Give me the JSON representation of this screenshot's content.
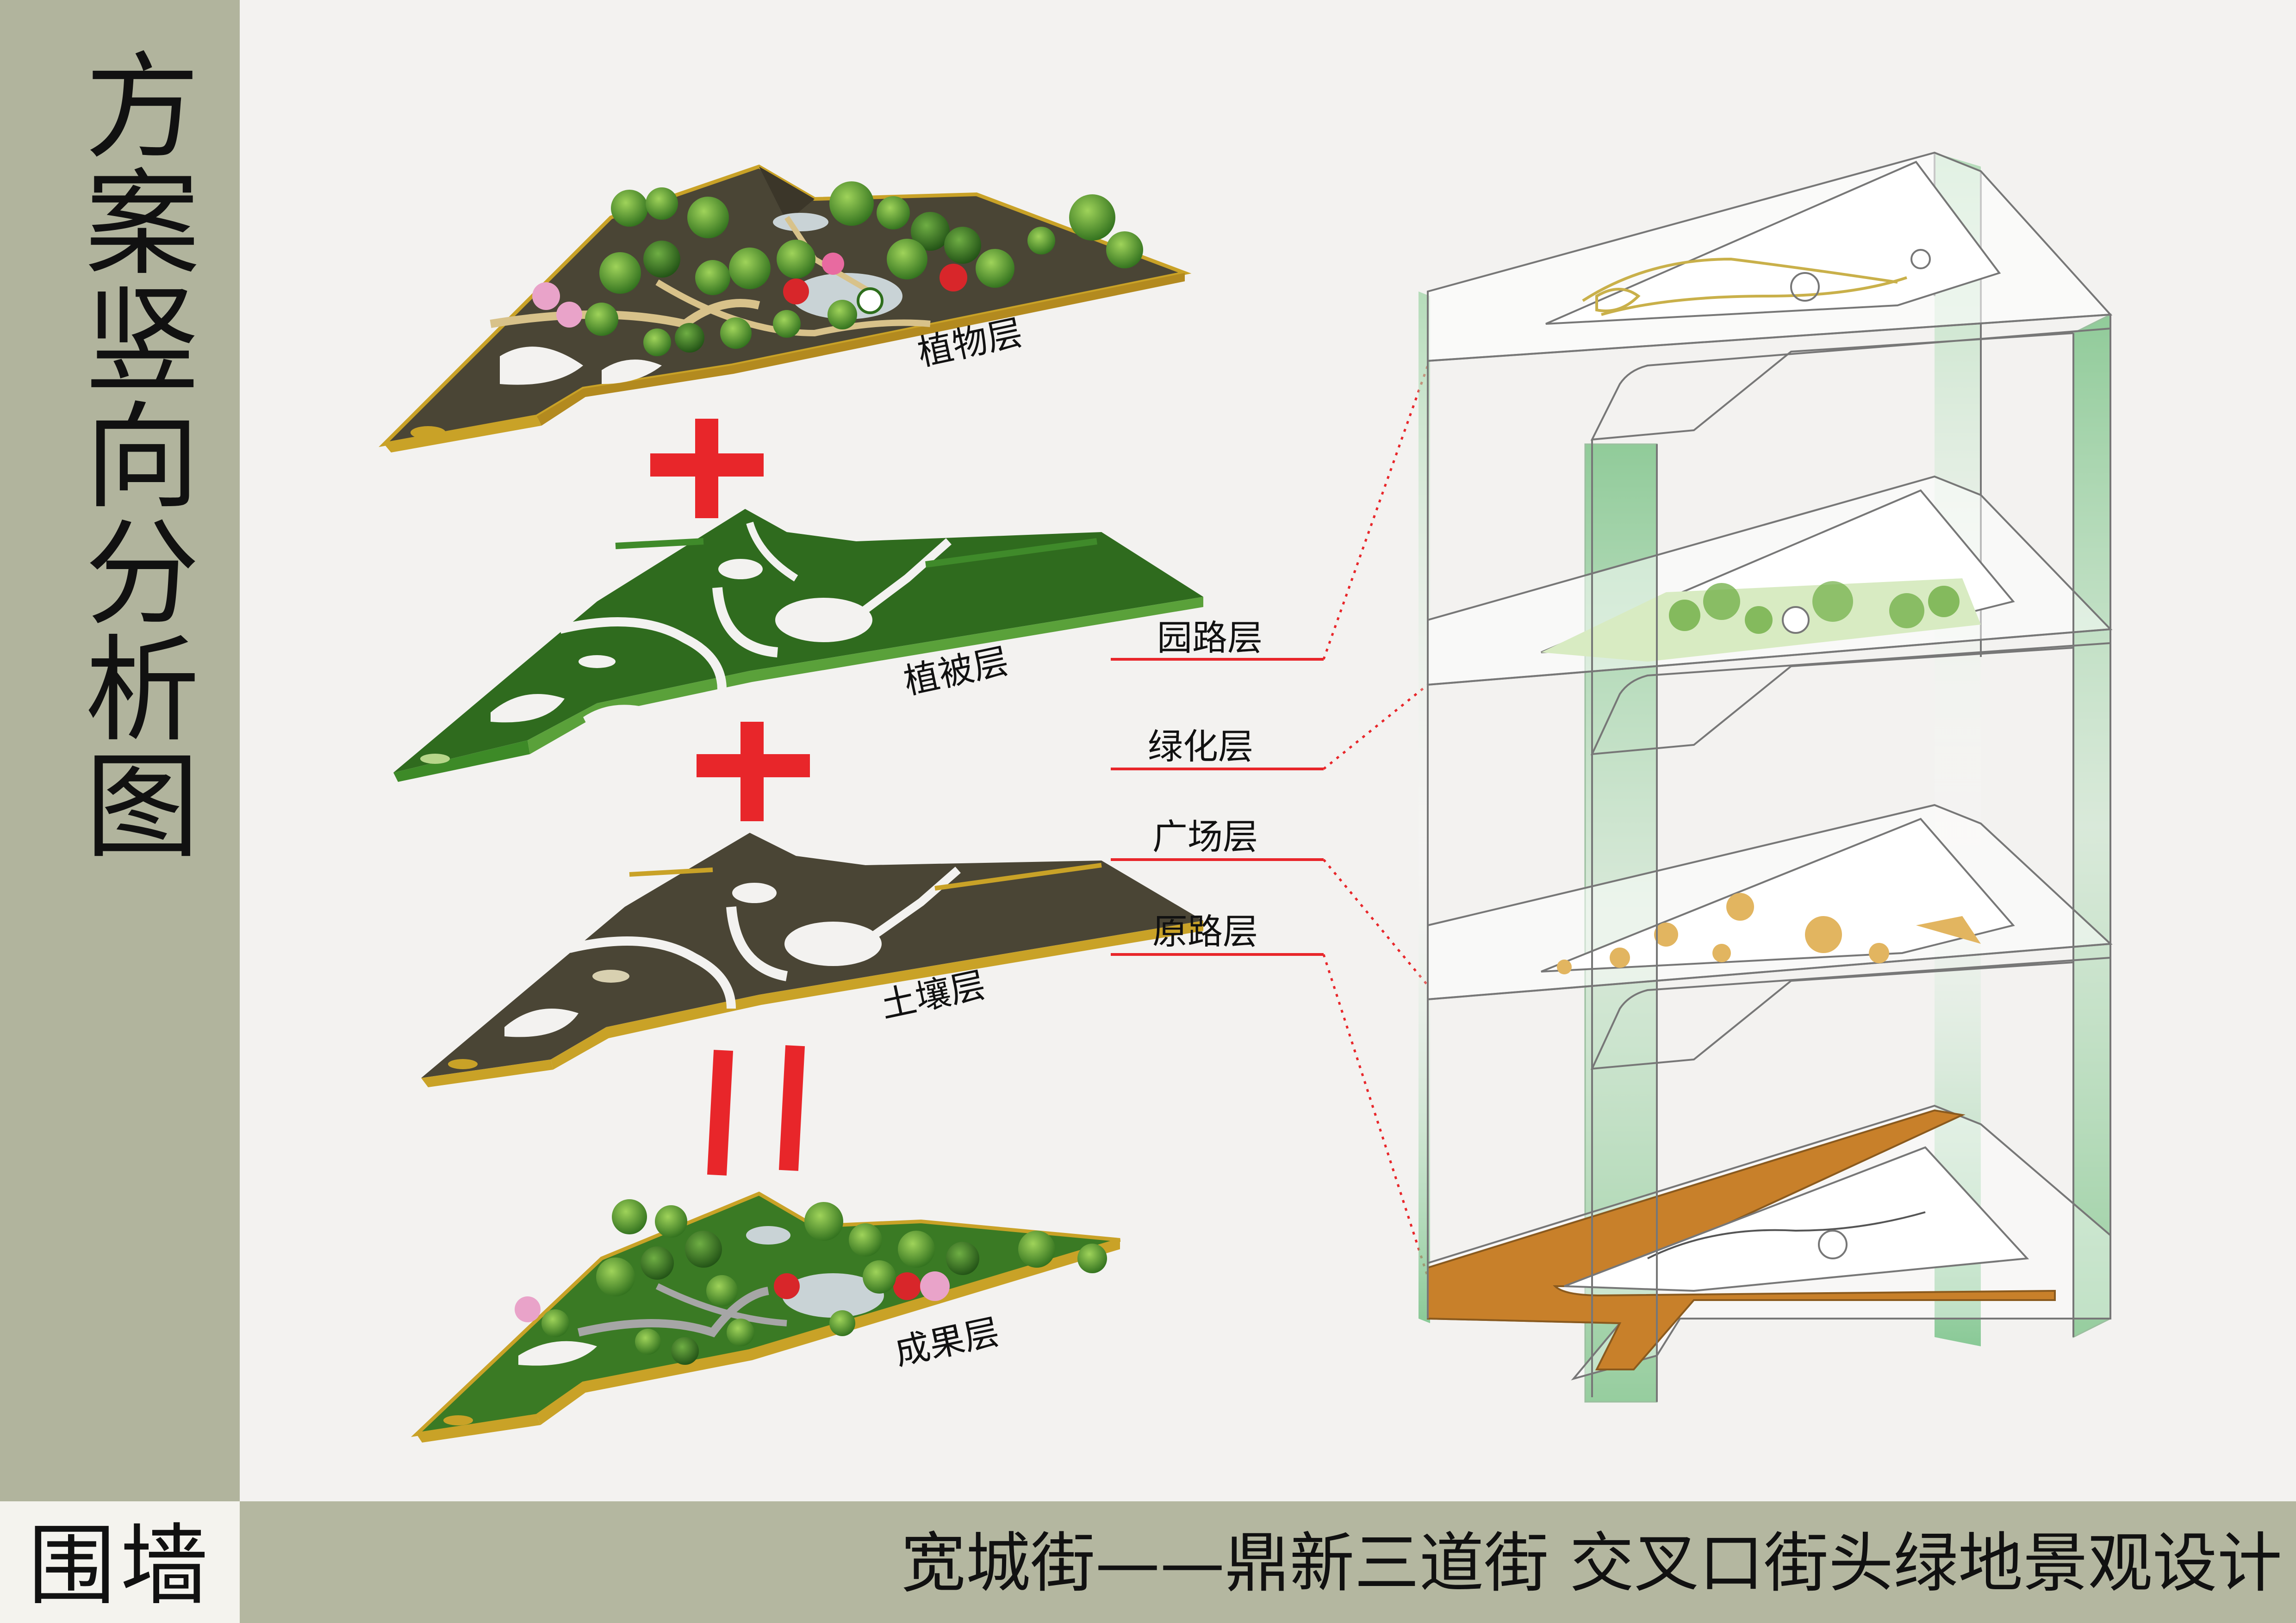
{
  "side_title": "方案竖向分析图",
  "bottom": {
    "logo": "围墙",
    "title": "宽城街——鼎新三道街 交叉口街头绿地景观设计"
  },
  "layers": {
    "plant": "植物层",
    "vegetation": "植被层",
    "soil": "土壤层",
    "result": "成果层"
  },
  "callouts": {
    "garden_road": "园路层",
    "greening": "绿化层",
    "plaza": "广场层",
    "original_road": "原路层"
  },
  "colors": {
    "sidebar": "#b1b49d",
    "soil": "#4a4535",
    "grass": "#2f6b1e",
    "accent_red": "#e8262a",
    "gold": "#c9a227",
    "orange_base": "#c8802a",
    "glass_green": "#7fc48a"
  }
}
